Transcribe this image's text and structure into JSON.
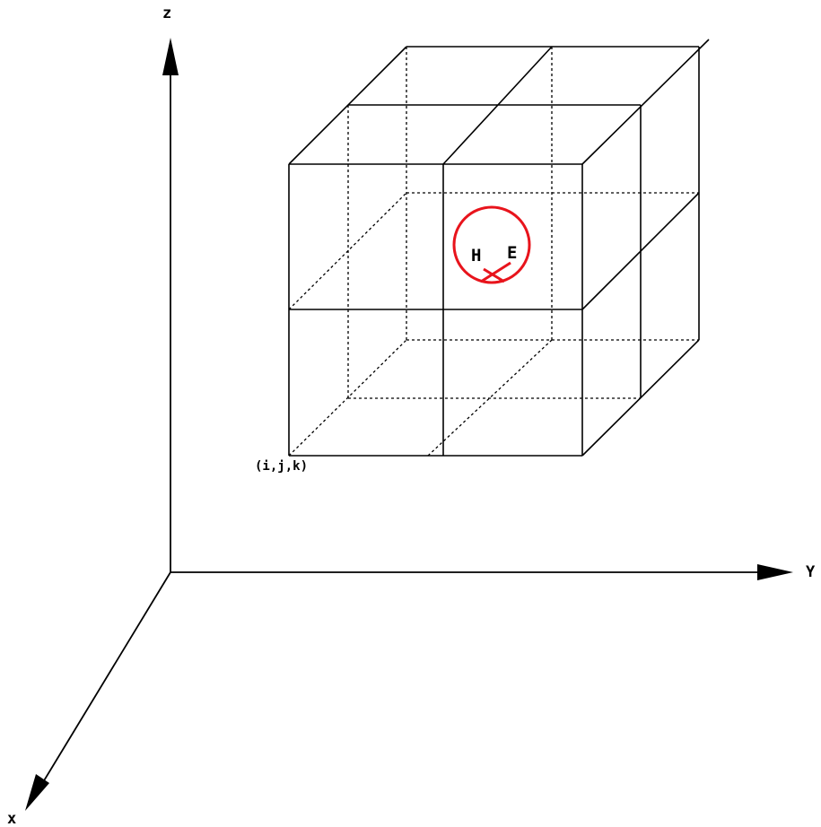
{
  "axes": {
    "z_label": "z",
    "y_label": "Y",
    "x_label": "x"
  },
  "grid": {
    "origin_label": "(i,j,k)"
  },
  "fields": {
    "h_label": "H",
    "e_label": "E",
    "marker_color": "#e8141c"
  }
}
